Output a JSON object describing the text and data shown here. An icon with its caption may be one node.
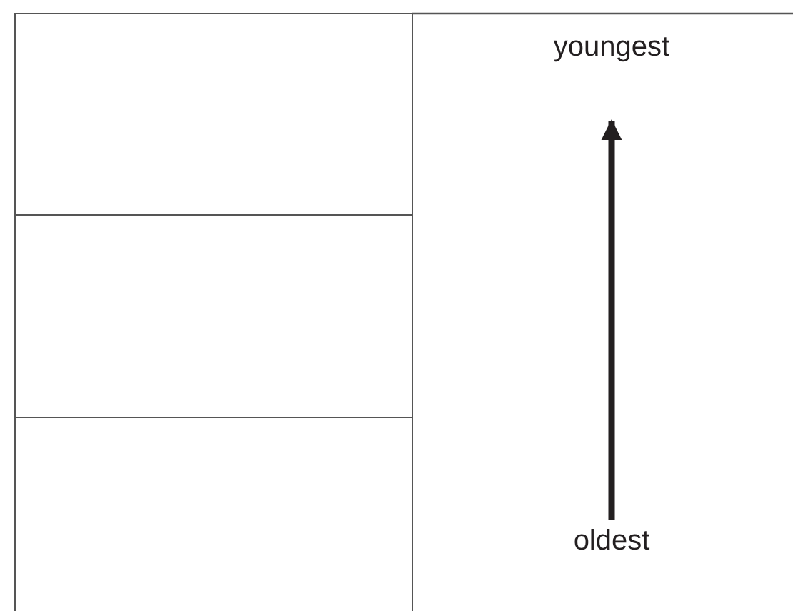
{
  "diagram": {
    "nodes": [
      {
        "text": [],
        "shape": "box"
      },
      {
        "text": [],
        "shape": "box"
      },
      {
        "text": [],
        "shape": "box"
      },
      {
        "text": [
          "youngest"
        ]
      },
      {
        "text": [
          "oldest"
        ]
      }
    ],
    "edges": [
      {
        "from": 4,
        "to": 3,
        "arrow": "to"
      }
    ]
  }
}
